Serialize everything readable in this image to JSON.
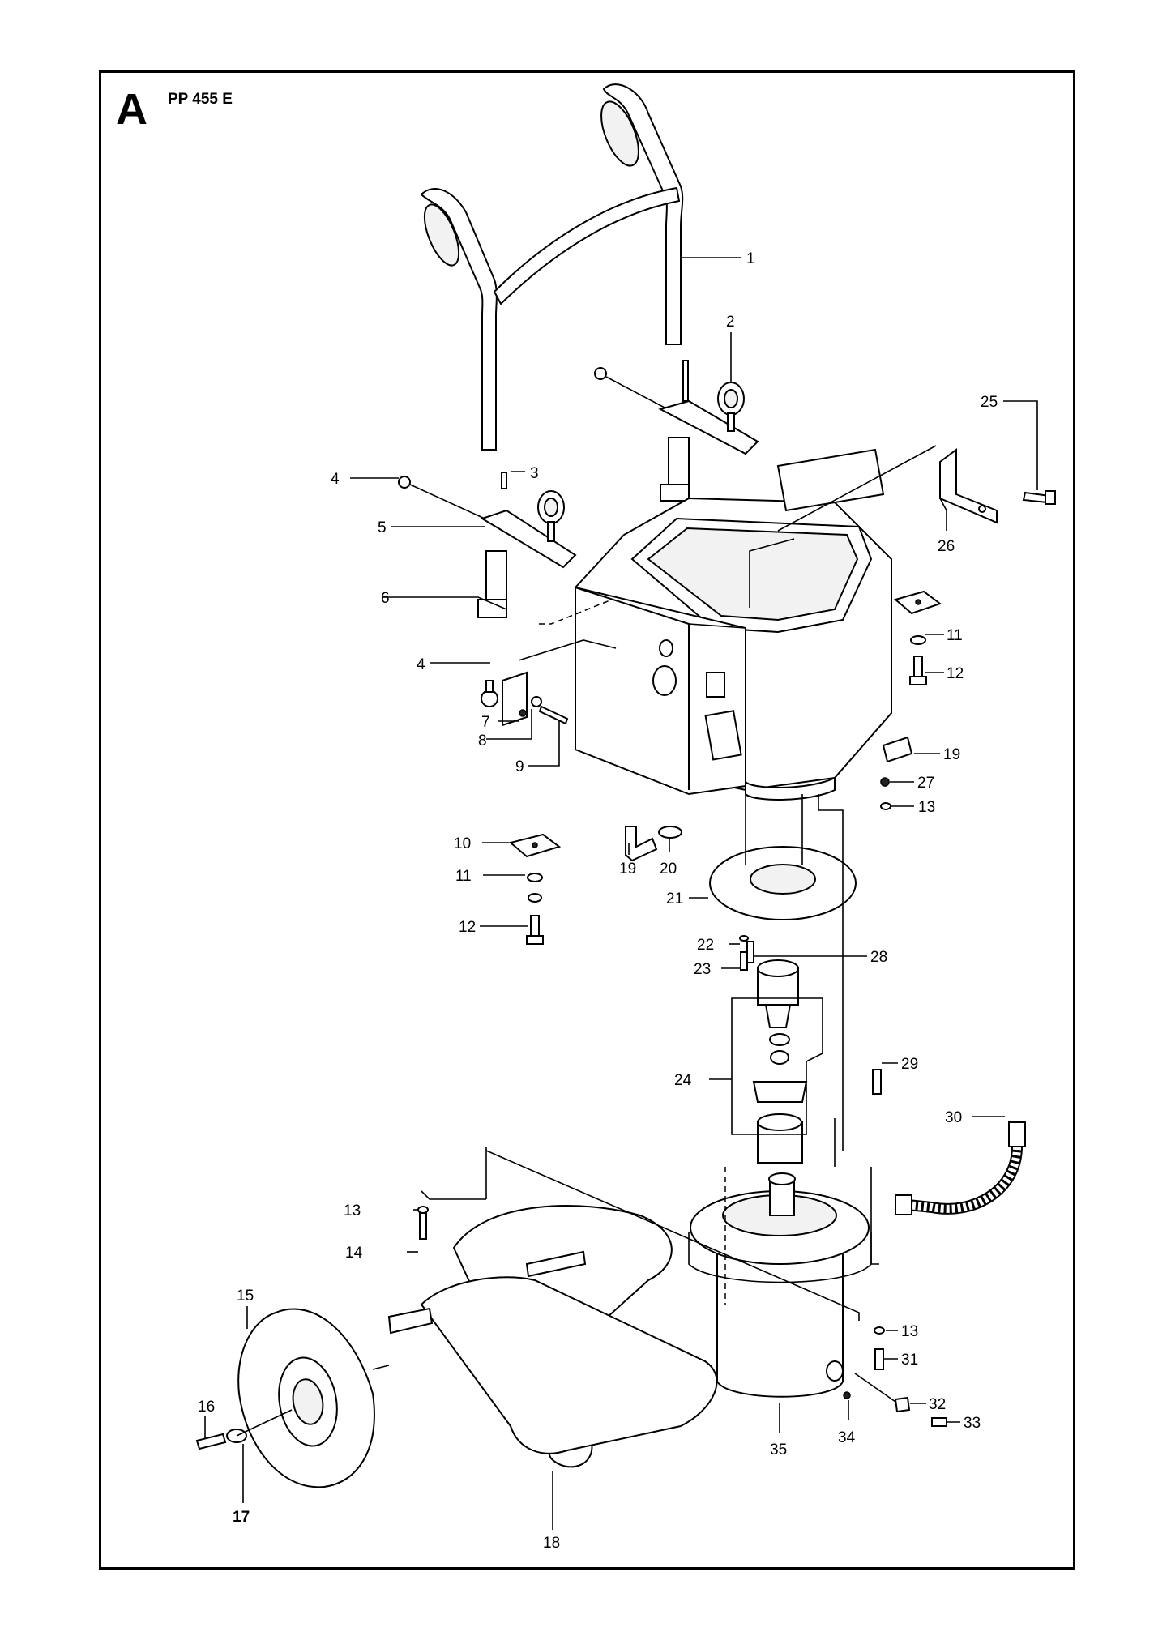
{
  "section_letter": "A",
  "model": "PP 455 E",
  "colors": {
    "line": "#000000",
    "background": "#ffffff"
  },
  "callouts": [
    {
      "id": "c1",
      "text": "1"
    },
    {
      "id": "c2",
      "text": "2"
    },
    {
      "id": "c3",
      "text": "3"
    },
    {
      "id": "c4a",
      "text": "4"
    },
    {
      "id": "c4b",
      "text": "4"
    },
    {
      "id": "c5",
      "text": "5"
    },
    {
      "id": "c6",
      "text": "6"
    },
    {
      "id": "c7",
      "text": "7"
    },
    {
      "id": "c8",
      "text": "8"
    },
    {
      "id": "c9",
      "text": "9"
    },
    {
      "id": "c10",
      "text": "10"
    },
    {
      "id": "c11a",
      "text": "11"
    },
    {
      "id": "c11b",
      "text": "11"
    },
    {
      "id": "c12a",
      "text": "12"
    },
    {
      "id": "c12b",
      "text": "12"
    },
    {
      "id": "c13a",
      "text": "13"
    },
    {
      "id": "c13b",
      "text": "13"
    },
    {
      "id": "c13c",
      "text": "13"
    },
    {
      "id": "c14",
      "text": "14"
    },
    {
      "id": "c15",
      "text": "15"
    },
    {
      "id": "c16",
      "text": "16"
    },
    {
      "id": "c17",
      "text": "17"
    },
    {
      "id": "c18",
      "text": "18"
    },
    {
      "id": "c19a",
      "text": "19"
    },
    {
      "id": "c19b",
      "text": "19"
    },
    {
      "id": "c20",
      "text": "20"
    },
    {
      "id": "c21",
      "text": "21"
    },
    {
      "id": "c22",
      "text": "22"
    },
    {
      "id": "c23",
      "text": "23"
    },
    {
      "id": "c24",
      "text": "24"
    },
    {
      "id": "c25",
      "text": "25"
    },
    {
      "id": "c26",
      "text": "26"
    },
    {
      "id": "c27",
      "text": "27"
    },
    {
      "id": "c28",
      "text": "28"
    },
    {
      "id": "c29",
      "text": "29"
    },
    {
      "id": "c30",
      "text": "30"
    },
    {
      "id": "c31",
      "text": "31"
    },
    {
      "id": "c32",
      "text": "32"
    },
    {
      "id": "c33",
      "text": "33"
    },
    {
      "id": "c34",
      "text": "34"
    },
    {
      "id": "c35",
      "text": "35"
    }
  ]
}
